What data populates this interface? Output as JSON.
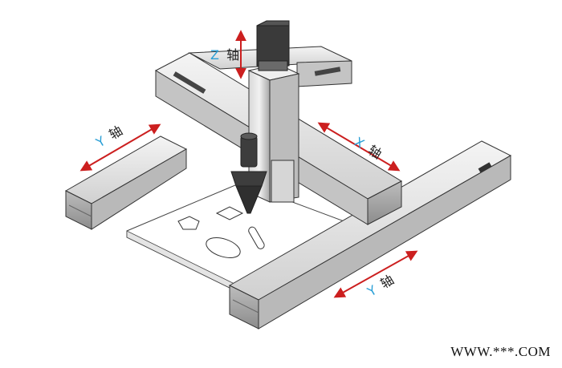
{
  "labels": {
    "z_axis": {
      "letter": "Z",
      "char": "轴"
    },
    "x_axis": {
      "letter": "X",
      "char": "轴"
    },
    "y_axis_left": {
      "letter": "Y",
      "char": "轴"
    },
    "y_axis_right": {
      "letter": "Y",
      "char": "轴"
    }
  },
  "watermark": "WWW.***.COM",
  "colors": {
    "arrow": "#cc1f1f",
    "axis_letter": "#2a9fd6",
    "rail_light": "#e6e6e6",
    "rail_mid": "#c8c8c8",
    "rail_dark": "#8a8a8a",
    "outline": "#333333",
    "motor": "#3a3a3a"
  }
}
